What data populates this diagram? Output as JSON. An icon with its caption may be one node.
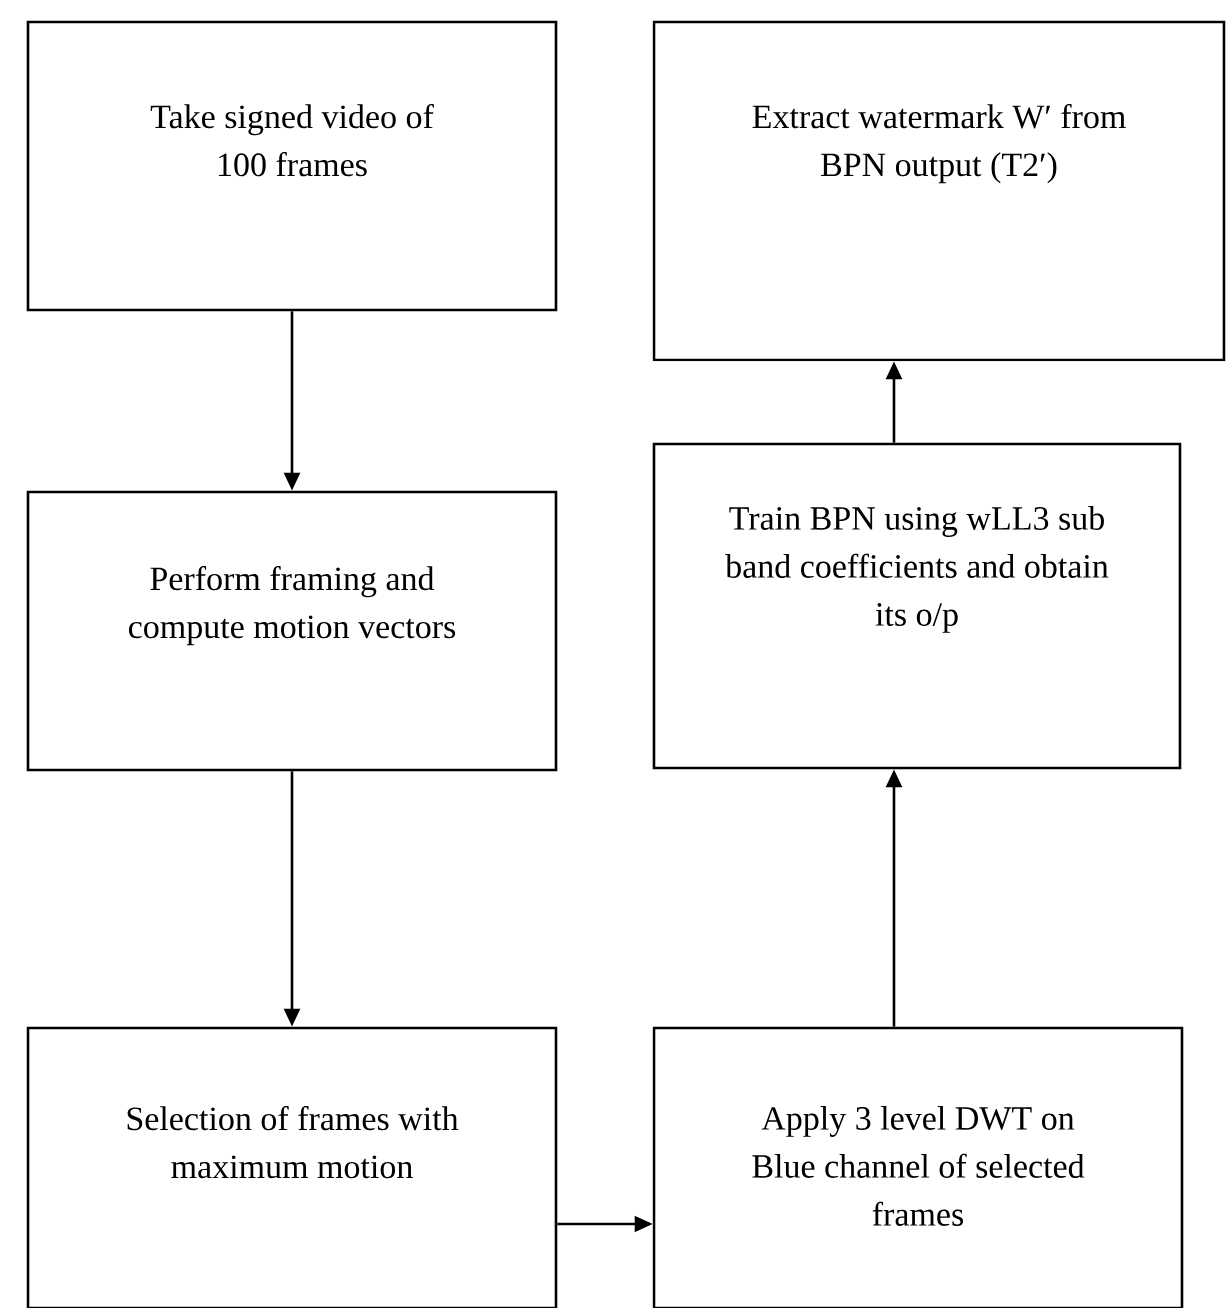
{
  "diagram": {
    "nodes": [
      {
        "text": [
          "Take signed video of 100 frames"
        ]
      },
      {
        "text": [
          "Perform framing and compute motion vectors"
        ]
      },
      {
        "text": [
          "Selection of frames with maximum motion"
        ]
      },
      {
        "text": [
          "Extract watermark W′ from BPN output (T2′)"
        ]
      },
      {
        "text": [
          "Train BPN using wLL3 sub band coefficients and obtain its o/p"
        ]
      },
      {
        "text": [
          "Apply 3 level DWT on Blue channel of selected frames"
        ]
      }
    ],
    "edges": [
      {
        "from": 0,
        "to": 1,
        "arrow": "to"
      },
      {
        "from": 1,
        "to": 2,
        "arrow": "to"
      },
      {
        "from": 2,
        "to": 5,
        "arrow": "to"
      },
      {
        "from": 5,
        "to": 4,
        "arrow": "to"
      },
      {
        "from": 4,
        "to": 3,
        "arrow": "to"
      }
    ]
  }
}
